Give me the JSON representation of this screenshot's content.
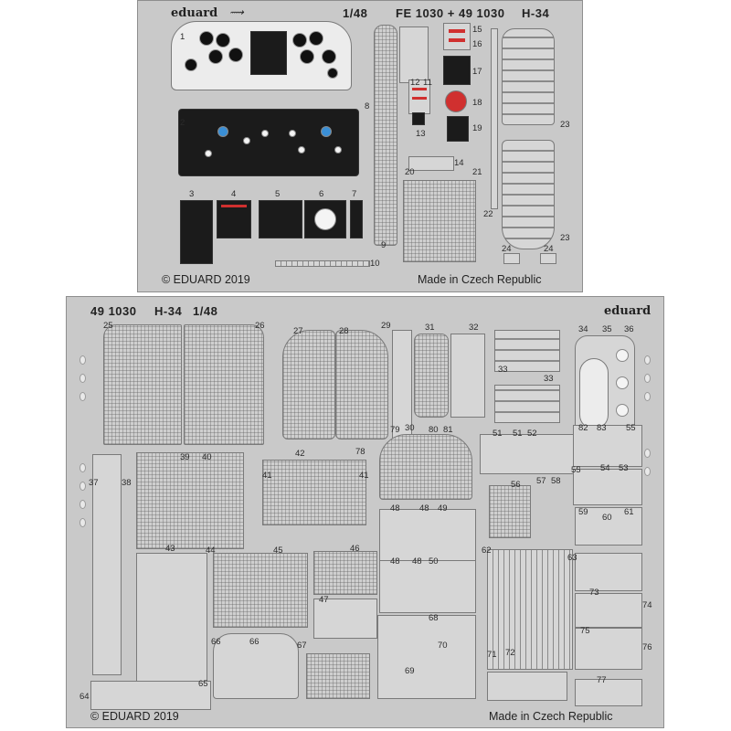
{
  "top_fret": {
    "brand": "eduard",
    "scale": "1/48",
    "code": "FE 1030 + 49 1030",
    "model": "H-34",
    "copyright": "© EDUARD 2019",
    "origin": "Made in Czech Republic",
    "part_numbers": [
      "1",
      "2",
      "3",
      "4",
      "5",
      "6",
      "7",
      "8",
      "9",
      "10",
      "11",
      "12",
      "13",
      "14",
      "15",
      "16",
      "17",
      "18",
      "19",
      "20",
      "21",
      "22",
      "23",
      "23",
      "24",
      "24"
    ]
  },
  "bottom_fret": {
    "brand": "eduard",
    "code": "49 1030",
    "model": "H-34",
    "scale": "1/48",
    "copyright": "© EDUARD 2019",
    "origin": "Made in Czech Republic",
    "part_numbers": [
      "25",
      "26",
      "27",
      "28",
      "29",
      "30",
      "31",
      "32",
      "33",
      "33",
      "34",
      "35",
      "36",
      "37",
      "38",
      "39",
      "40",
      "41",
      "41",
      "42",
      "43",
      "44",
      "45",
      "46",
      "47",
      "48",
      "48",
      "48",
      "48",
      "49",
      "50",
      "51",
      "51",
      "52",
      "53",
      "54",
      "55",
      "55",
      "56",
      "57",
      "58",
      "59",
      "60",
      "61",
      "62",
      "63",
      "64",
      "65",
      "66",
      "66",
      "67",
      "68",
      "69",
      "70",
      "71",
      "72",
      "73",
      "74",
      "75",
      "76",
      "77",
      "78",
      "79",
      "80",
      "81",
      "82",
      "83"
    ]
  },
  "colors": {
    "fret": "#c9c9c9",
    "instrument_panel": "#1b1b1b",
    "panel_light": "#ececec",
    "accent_red": "#d0302f",
    "accent_blue": "#3a8fd6"
  }
}
